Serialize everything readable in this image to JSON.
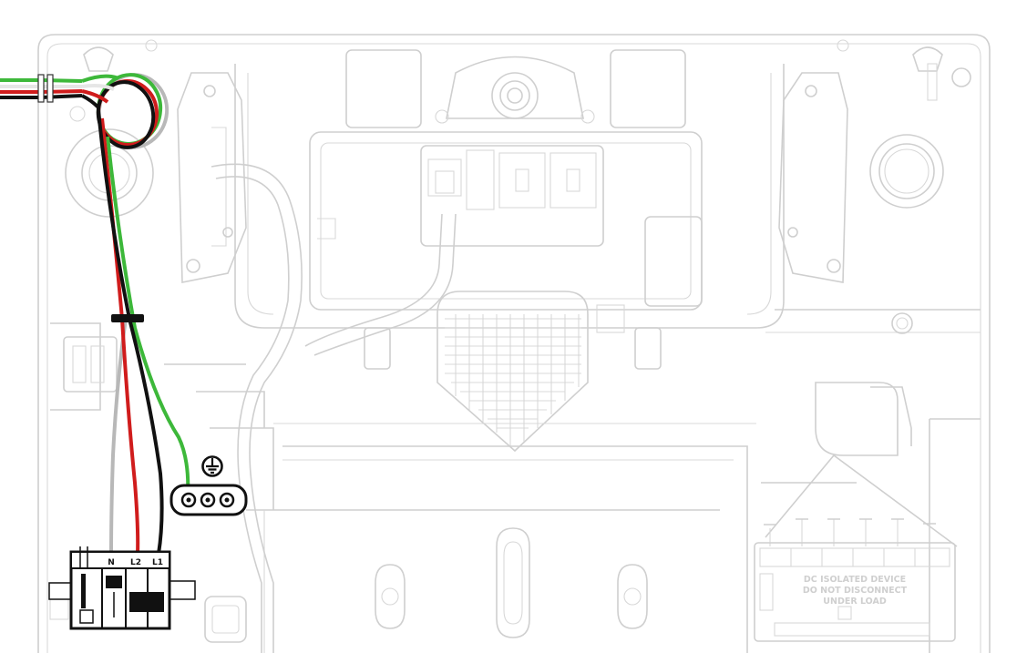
{
  "colors": {
    "housing_outline": "#cfcfcf",
    "wire_ground": "#3db83a",
    "wire_line1": "#111111",
    "wire_line2": "#d01c1c",
    "wire_neutral": "#b8b8b8",
    "terminal": "#111111"
  },
  "terminal_block": {
    "labels": [
      "N",
      "L2",
      "L1"
    ]
  },
  "ground_bar": {
    "icon": "ground-symbol-icon"
  },
  "dc_isolator": {
    "lines": [
      "DC ISOLATED DEVICE",
      "DO NOT DISCONNECT",
      "UNDER LOAD"
    ]
  }
}
